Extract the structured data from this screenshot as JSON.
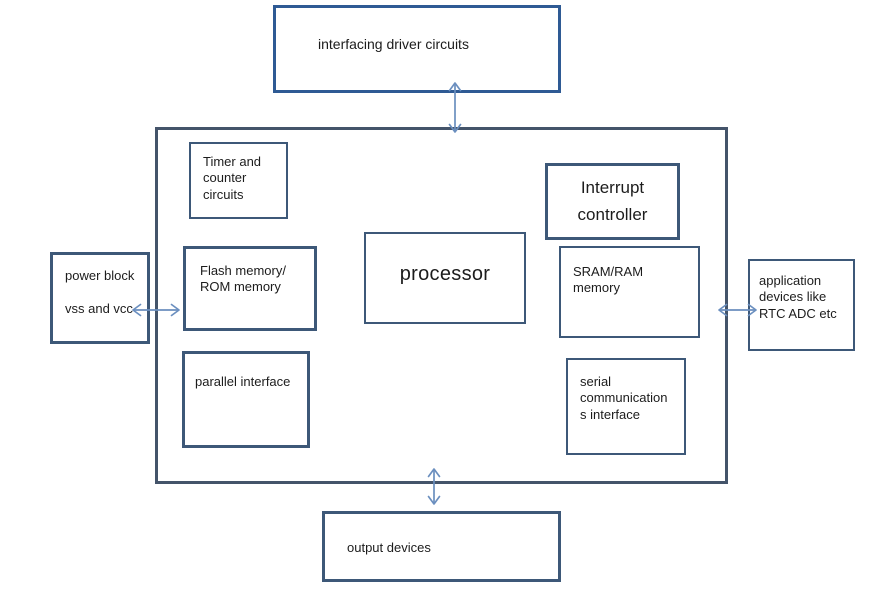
{
  "diagram": {
    "type": "block-diagram",
    "subject": "microcontroller architecture",
    "colors": {
      "box_border": "#3d5878",
      "outer_border": "#44546a",
      "top_box_border": "#2e5a94",
      "arrow": "#6b8fbf",
      "background": "#ffffff",
      "text": "#1c1c1c"
    },
    "blocks": {
      "interfacing": {
        "label": "interfacing driver circuits"
      },
      "timer": {
        "label": "Timer and\ncounter\ncircuits"
      },
      "flash": {
        "label": "Flash memory/\nROM memory"
      },
      "parallel": {
        "label": "parallel interface"
      },
      "processor": {
        "label": "processor"
      },
      "interrupt": {
        "label": "Interrupt\ncontroller"
      },
      "sram": {
        "label": "SRAM/RAM\nmemory"
      },
      "serial": {
        "label": "serial\ncommunication\ns interface"
      },
      "power": {
        "label": "power block\n\nvss and vcc"
      },
      "application": {
        "label": "application\ndevices like\nRTC ADC etc"
      },
      "output": {
        "label": "output devices"
      }
    },
    "connections": [
      {
        "name": "arrow-top-interfacing",
        "between": [
          "interfacing",
          "microcontroller"
        ],
        "direction": "bidirectional"
      },
      {
        "name": "arrow-left-power",
        "between": [
          "power",
          "flash"
        ],
        "direction": "bidirectional"
      },
      {
        "name": "arrow-right-application",
        "between": [
          "microcontroller",
          "application"
        ],
        "direction": "bidirectional"
      },
      {
        "name": "arrow-bottom-output",
        "between": [
          "microcontroller",
          "output"
        ],
        "direction": "bidirectional"
      }
    ]
  }
}
